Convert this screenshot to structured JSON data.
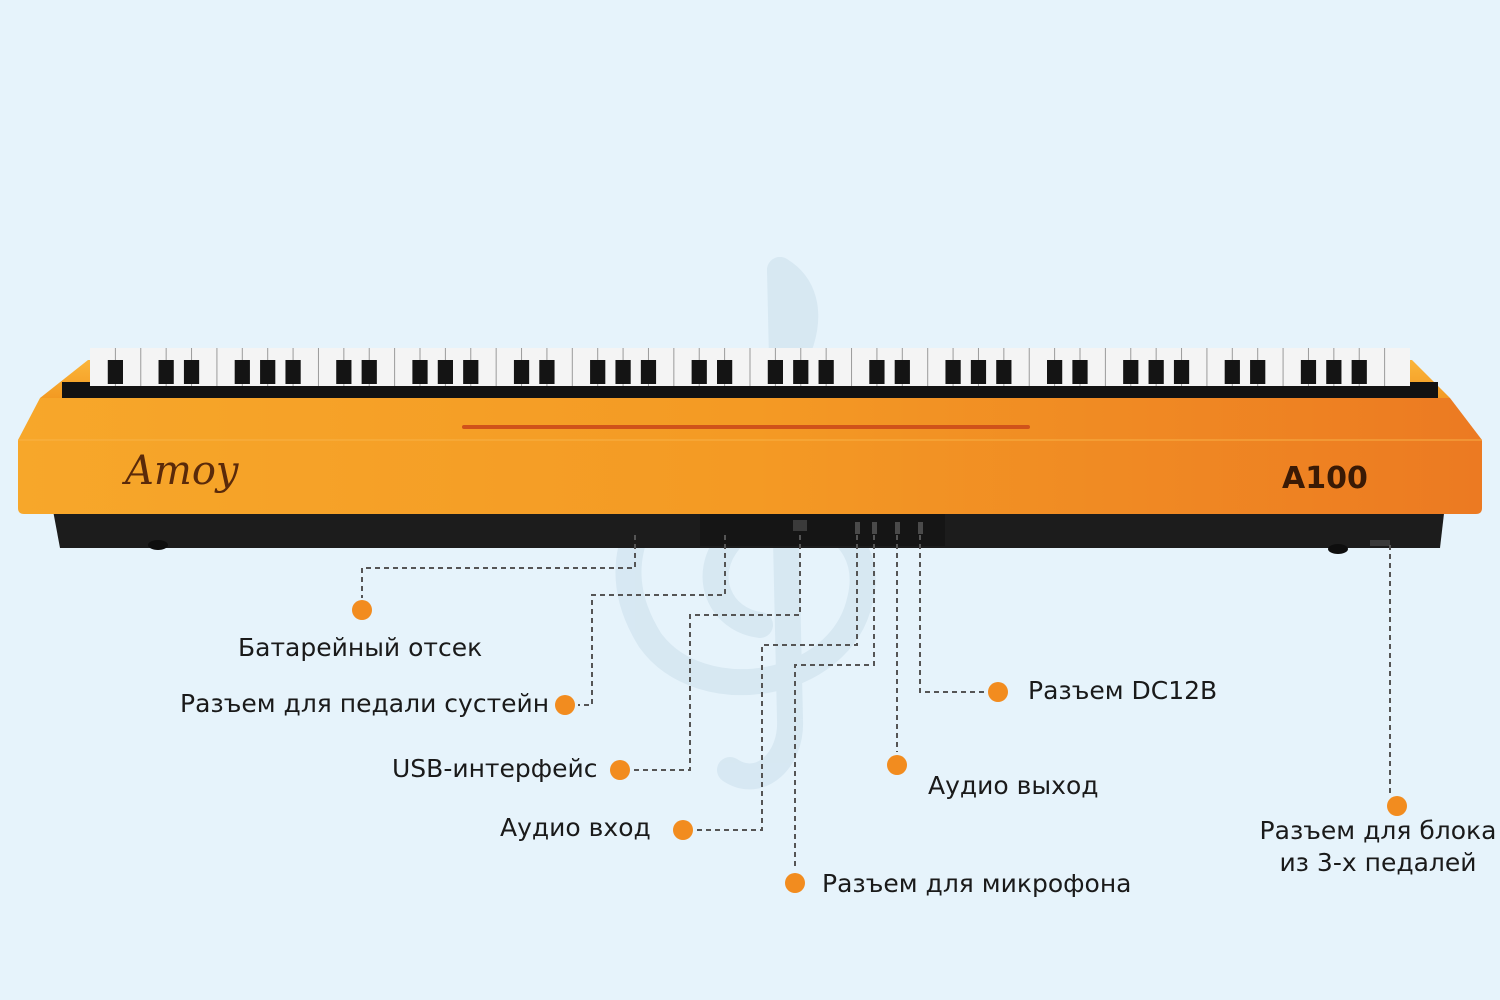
{
  "product": {
    "brand": "Amoy",
    "model": "A100"
  },
  "colors": {
    "background": "#e6f3fb",
    "body_orange": "#f39a22",
    "dot": "#f28c1f",
    "leader": "#555555"
  },
  "watermark_icon": "treble-clef-icon",
  "callouts": {
    "battery": "Батарейный отсек",
    "sustain_pedal": "Разъем для педали сустейн",
    "usb": "USB-интерфейс",
    "audio_in": "Аудио вход",
    "microphone": "Разъем для микрофона",
    "audio_out": "Аудио выход",
    "dc": "Разъем DC12В",
    "pedal_block_line1": "Разъем для блока",
    "pedal_block_line2": "из 3-х педалей"
  }
}
